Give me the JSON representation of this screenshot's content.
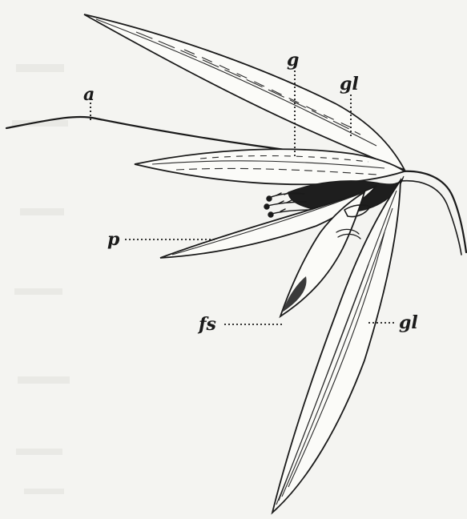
{
  "diagram": {
    "labels": {
      "a": "a",
      "g": "g",
      "gl_upper": "gl",
      "p": "p",
      "fs": "fs",
      "gl_lower": "gl"
    }
  }
}
